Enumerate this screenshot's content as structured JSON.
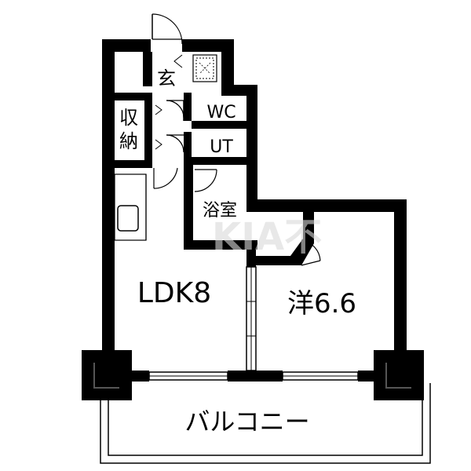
{
  "rooms": {
    "genkan": "玄",
    "storage_top": "収",
    "storage_bottom": "納",
    "wc": "WC",
    "ut": "UT",
    "bath": "浴室",
    "ldk": "LDK8",
    "western": "洋6.6",
    "balcony": "バルコニー"
  },
  "watermark": "KIA不"
}
